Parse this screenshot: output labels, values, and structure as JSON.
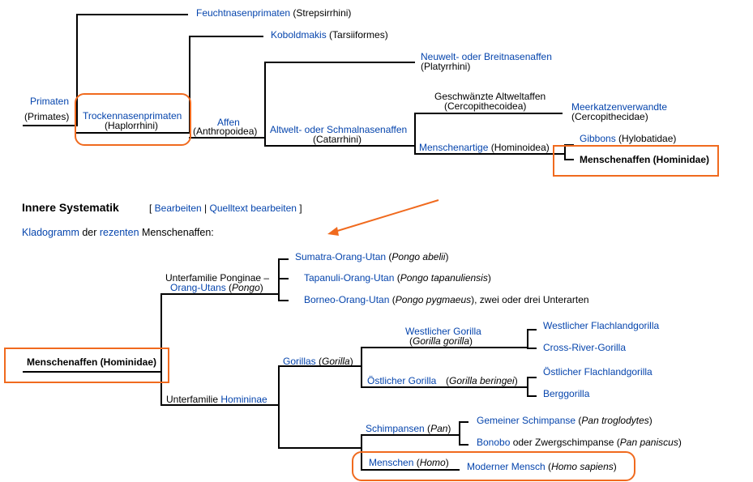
{
  "top_tree": {
    "primaten": "Primaten",
    "primates": "(Primates)",
    "strepsirrhini_link": "Feuchtnasenprimaten",
    "strepsirrhini": " (Strepsirrhini)",
    "haplorrhini_link": "Trockennasenprimaten",
    "haplorrhini": "(Haplorrhini)",
    "tarsiiformes_link": "Koboldmakis",
    "tarsiiformes": " (Tarsiiformes)",
    "affen_link": "Affen",
    "anthropoidea": "(Anthropoidea)",
    "platyrrhini_link": "Neuwelt- oder Breitnasenaffen",
    "platyrrhini": "(Platyrrhini)",
    "catarrhini_link": "Altwelt- oder Schmalnasenaffen",
    "catarrhini": "(Catarrhini)",
    "cercopithecoidea_name": "Geschwänzte Altweltaffen",
    "cercopithecoidea": "(Cercopithecoidea)",
    "cercopithecidae_link": "Meerkatzenverwandte",
    "cercopithecidae": "(Cercopithecidae)",
    "hominoidea_link": "Menschenartige",
    "hominoidea": " (Hominoidea)",
    "hylobatidae_link": "Gibbons",
    "hylobatidae": " (Hylobatidae)",
    "hominidae": "Menschenaffen (Hominidae)"
  },
  "section": {
    "heading": "Innere Systematik",
    "edit_open": "[ ",
    "edit_link": "Bearbeiten",
    "edit_sep": " | ",
    "source_link": "Quelltext bearbeiten",
    "edit_close": " ]",
    "intro_link1": "Kladogramm",
    "intro_mid": " der ",
    "intro_link2": "rezenten",
    "intro_end": " Menschenaffen:"
  },
  "bottom_tree": {
    "root": "Menschenaffen (Hominidae)",
    "ponginae": "Unterfamilie Ponginae –",
    "pongo_link": "Orang-Utans",
    "pongo_open": " (",
    "pongo_it": "Pongo",
    "pongo_close": ")",
    "abelii_link": "Sumatra-Orang-Utan",
    "abelii_open": " (",
    "abelii_it": "Pongo abelii",
    "abelii_close": ")",
    "tapanuliensis_link": "Tapanuli-Orang-Utan",
    "tapanuliensis_open": " (",
    "tapanuliensis_it": "Pongo tapanuliensis",
    "tapanuliensis_close": ")",
    "pygmaeus_link": "Borneo-Orang-Utan",
    "pygmaeus_open": " (",
    "pygmaeus_it": "Pongo pygmaeus",
    "pygmaeus_close": "), zwei oder drei Unterarten",
    "homininae_pre": "Unterfamilie ",
    "homininae_link": "Homininae",
    "gorillas_link": "Gorillas",
    "gorillas_open": " (",
    "gorillas_it": "Gorilla",
    "gorillas_close": ")",
    "wgorilla_link": "Westlicher Gorilla",
    "wgorilla_open": "(",
    "wgorilla_it": "Gorilla gorilla",
    "wgorilla_close": ")",
    "wflach_link": "Westlicher Flachlandgorilla",
    "crossriver_link": "Cross-River-Gorilla",
    "ogorilla_link": "Östlicher Gorilla",
    "ogorilla_open": "(",
    "ogorilla_it": "Gorilla beringei",
    "ogorilla_close": ")",
    "oflach_link": "Östlicher Flachlandgorilla",
    "berg_link": "Berggorilla",
    "pan_link": "Schimpansen",
    "pan_open": " (",
    "pan_it": "Pan",
    "pan_close": ")",
    "troglodytes_link": "Gemeiner Schimpanse",
    "troglodytes_open": " (",
    "troglodytes_it": "Pan troglodytes",
    "troglodytes_close": ")",
    "bonobo_link": "Bonobo",
    "bonobo_mid": " oder Zwergschimpanse (",
    "bonobo_it": "Pan paniscus",
    "bonobo_close": ")",
    "homo_link": "Menschen",
    "homo_open": " (",
    "homo_it": "Homo",
    "homo_close": ")",
    "sapiens_link": "Moderner Mensch",
    "sapiens_open": " (",
    "sapiens_it": "Homo sapiens",
    "sapiens_close": ")"
  },
  "colors": {
    "link": "#0645ad",
    "highlight": "#f06a1e",
    "text": "#000000"
  }
}
